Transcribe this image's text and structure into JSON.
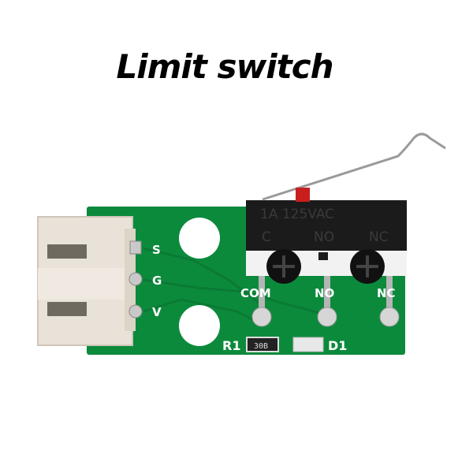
{
  "title": "Limit switch",
  "pins": {
    "s": "S",
    "g": "G",
    "v": "V"
  },
  "switch_text": {
    "rating": "1A 125VAC",
    "com": "COM",
    "no": "NO",
    "nc": "NC",
    "label_left": "C",
    "label_mid": "NO",
    "label_right": "NC"
  },
  "board_labels": {
    "r1": "R1",
    "d1": "D1",
    "resistor_code": "30B"
  },
  "colors": {
    "pcb": "#0c8a3c",
    "connector": "#e9e2d8",
    "switch_body": "#1b1b1b",
    "actuator_tip": "#c81e1e"
  }
}
